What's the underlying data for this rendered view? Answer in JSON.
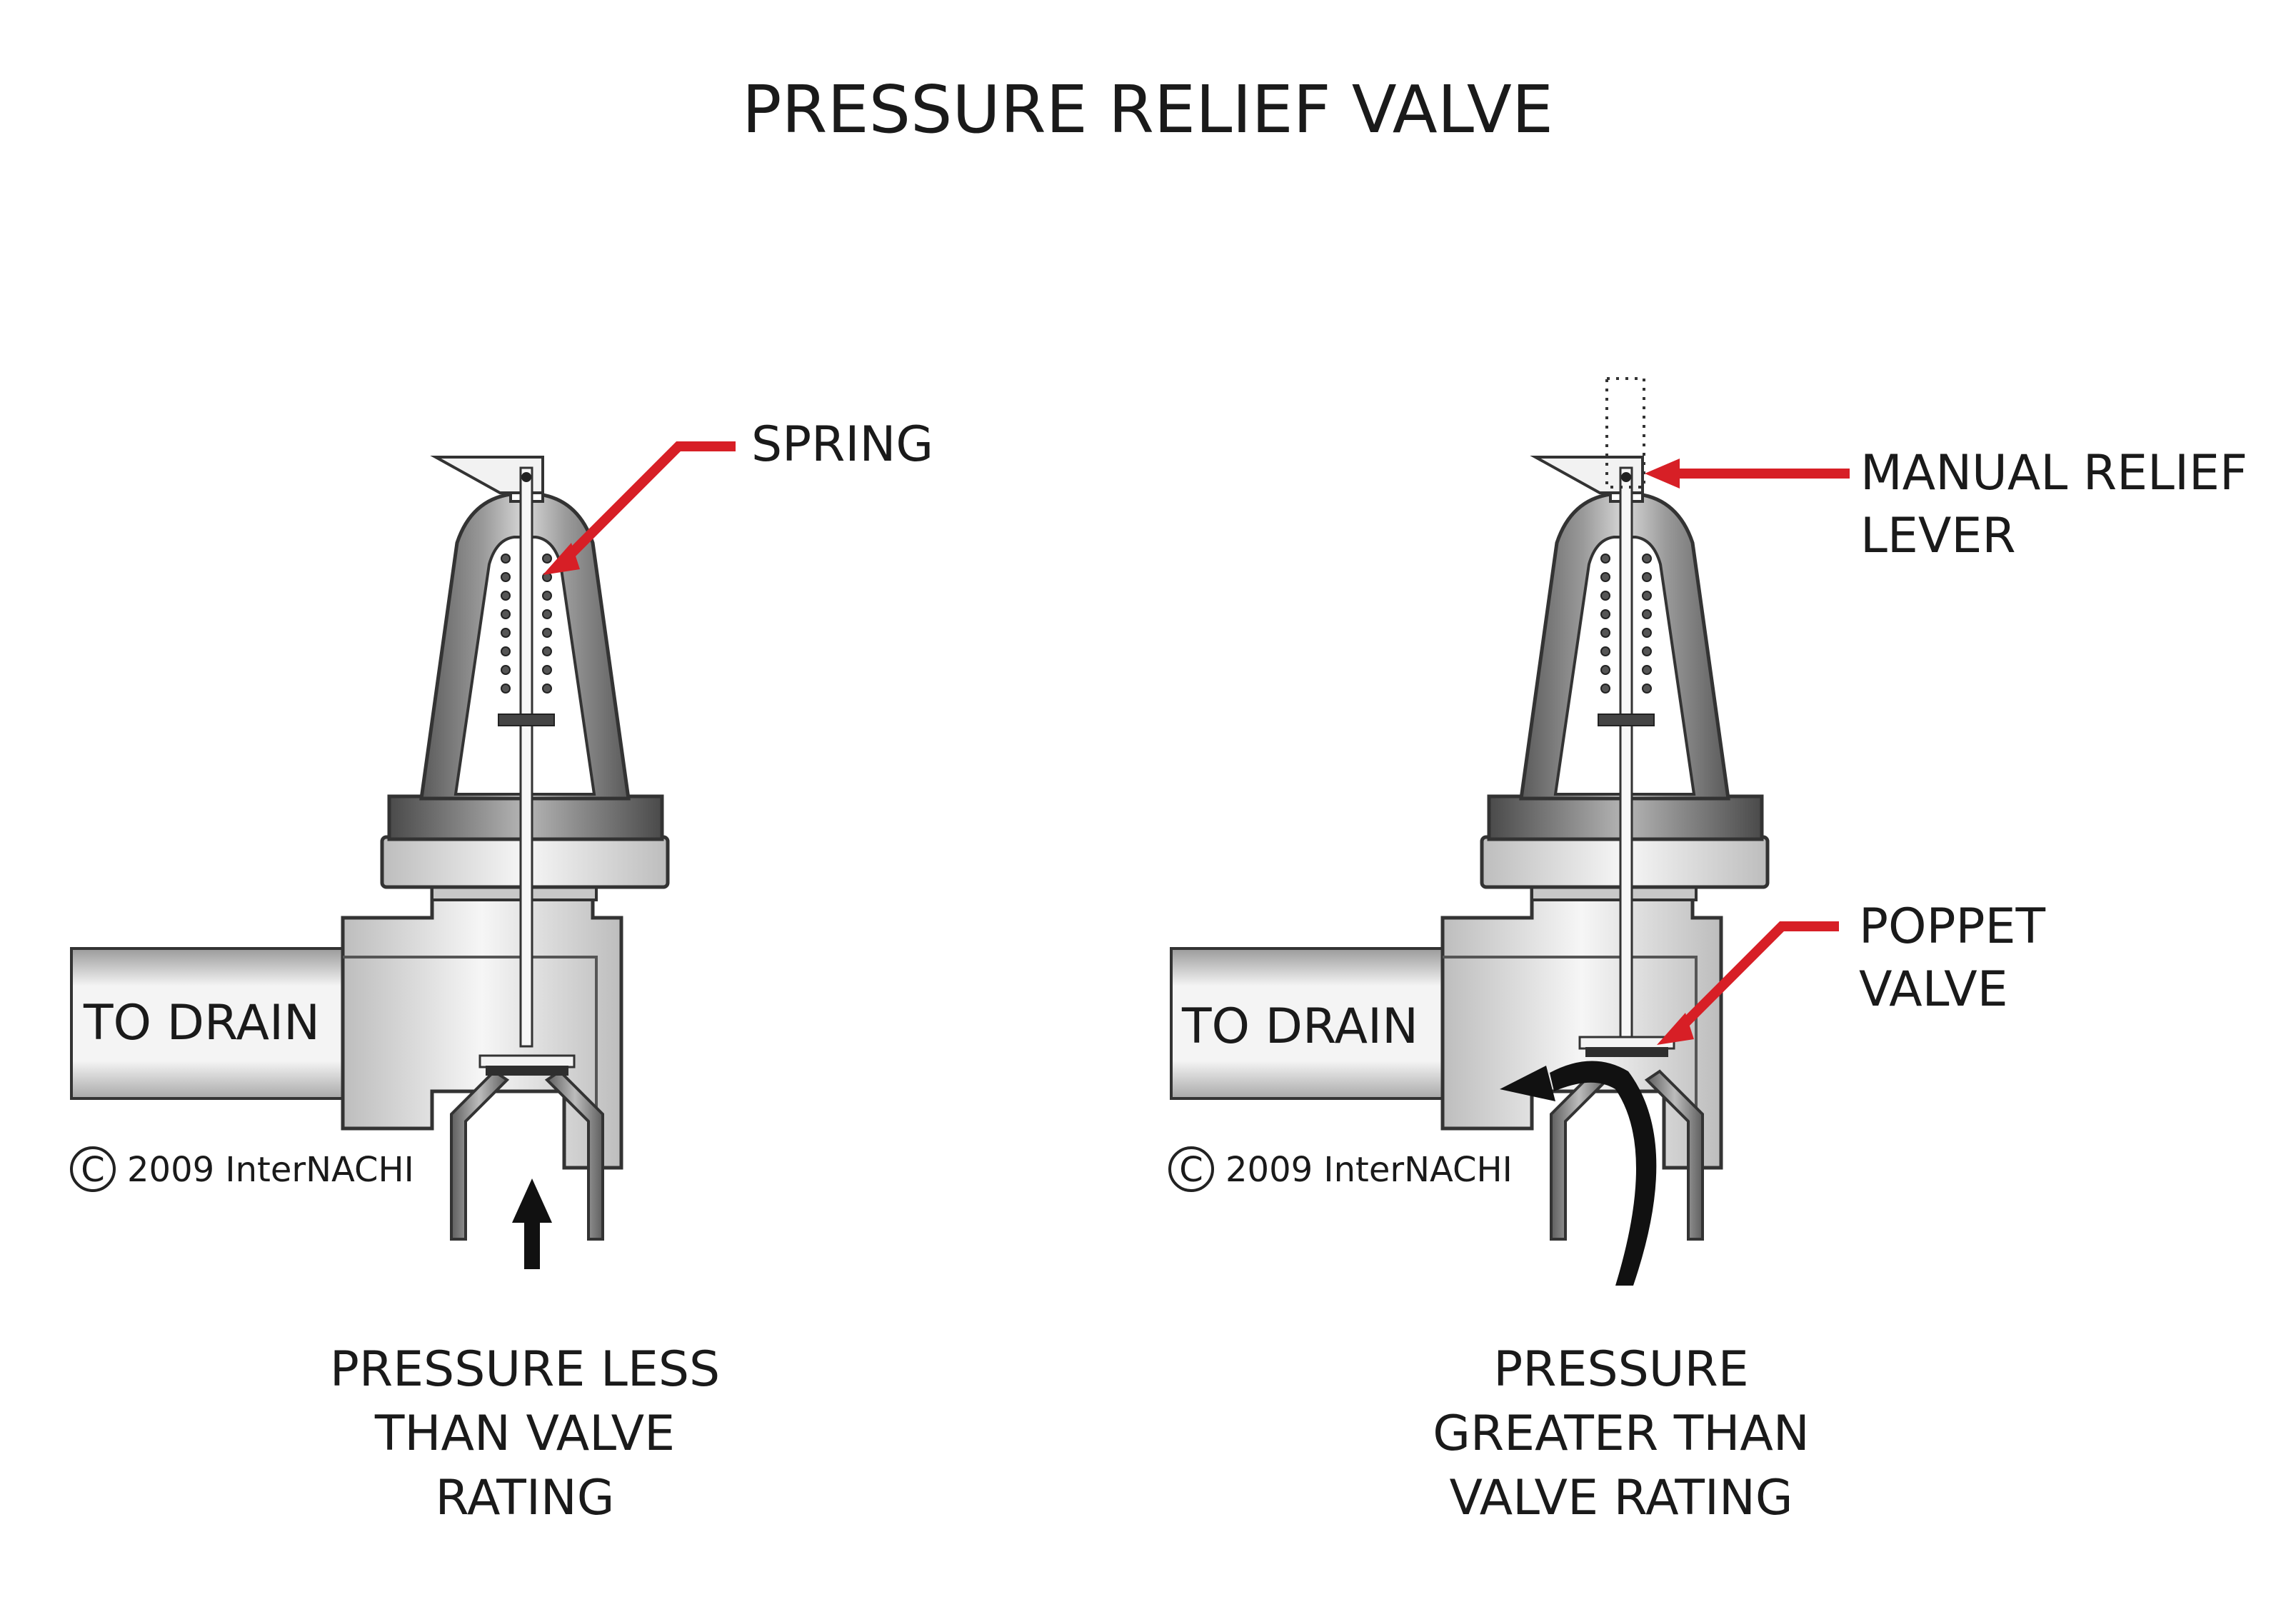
{
  "title": "PRESSURE RELIEF VALVE",
  "left": {
    "to_drain": "TO DRAIN",
    "spring_label": "SPRING",
    "caption": [
      "PRESSURE LESS",
      "THAN VALVE",
      "RATING"
    ],
    "copyright_symbol": "C",
    "copyright": "2009  InterNACHI"
  },
  "right": {
    "to_drain": "TO DRAIN",
    "lever_label": [
      "MANUAL RELIEF",
      "LEVER"
    ],
    "poppet_label": [
      "POPPET",
      "VALVE"
    ],
    "caption": [
      "PRESSURE",
      "GREATER THAN",
      "VALVE RATING"
    ],
    "copyright_symbol": "C",
    "copyright": "2009  InterNACHI"
  },
  "colors": {
    "callout": "#d71f26",
    "body_dark": "#6e6e6e",
    "body_light": "#dcdcdc",
    "outline": "#2a2a2a"
  }
}
